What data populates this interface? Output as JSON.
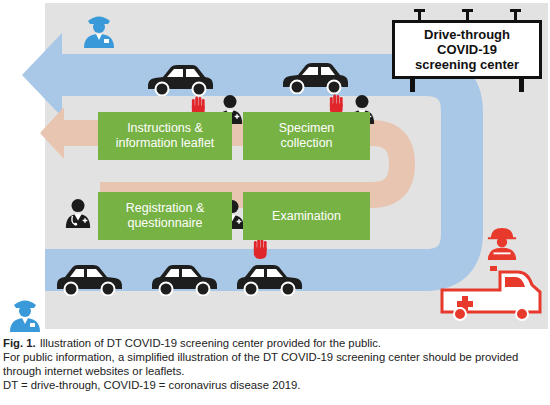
{
  "diagram": {
    "caption": "Illustration of DT COVID-19 screening center provided for the public.",
    "nodes": [
      {
        "text": [
          "Drive-through COVID-19 screening center"
        ]
      },
      {
        "text": [
          "Instructions & information leaflet"
        ]
      },
      {
        "text": [
          "Specimen collection"
        ]
      },
      {
        "text": [
          "Registration & questionnaire"
        ]
      },
      {
        "text": [
          "Examination"
        ]
      }
    ],
    "labels": [
      "Fig. 1.",
      "For public information, a simplified illustration of the DT COVID-19 screening center should be provided through internet websites or leaflets.",
      "DT = drive-through, COVID-19 = coronavirus disease 2019."
    ]
  }
}
